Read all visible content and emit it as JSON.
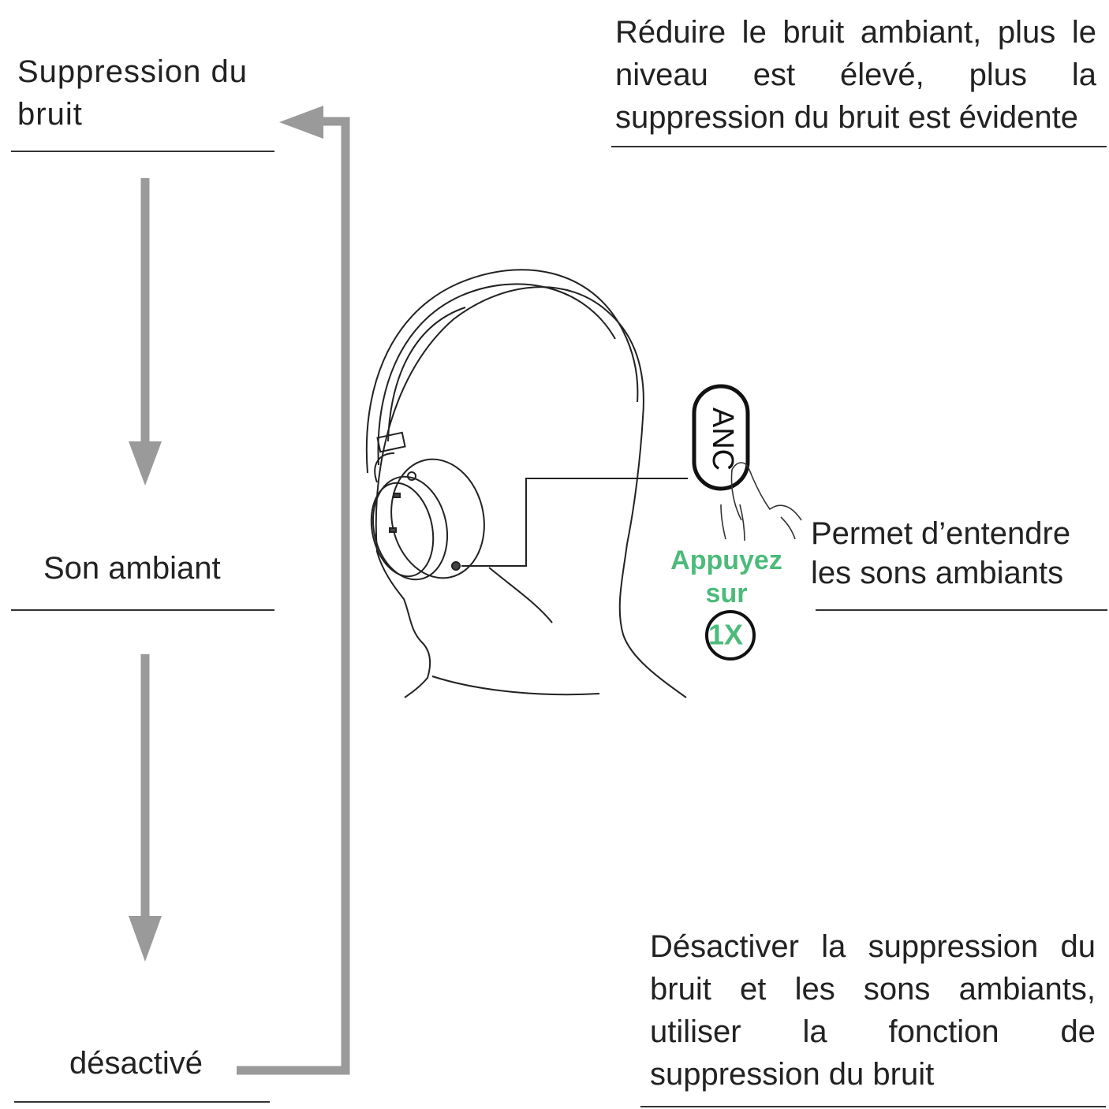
{
  "modes": {
    "noise_cancel": "Suppression du bruit",
    "ambient": "Son ambiant",
    "off": "désactivé"
  },
  "descriptions": {
    "noise_cancel": "Réduire le bruit ambiant, plus le niveau est élevé, plus la suppression du bruit est évidente",
    "ambient": "Permet d’entendre les sons ambiants",
    "off": "Désactiver la suppression du bruit et les sons ambiants, utiliser la fonction de suppression du bruit"
  },
  "button": {
    "label": "ANC",
    "press_text": "Appuyez sur",
    "press_count": "1X"
  },
  "colors": {
    "arrow": "#9a9a9a",
    "accent": "#4cbb7a",
    "rule": "#333333"
  }
}
